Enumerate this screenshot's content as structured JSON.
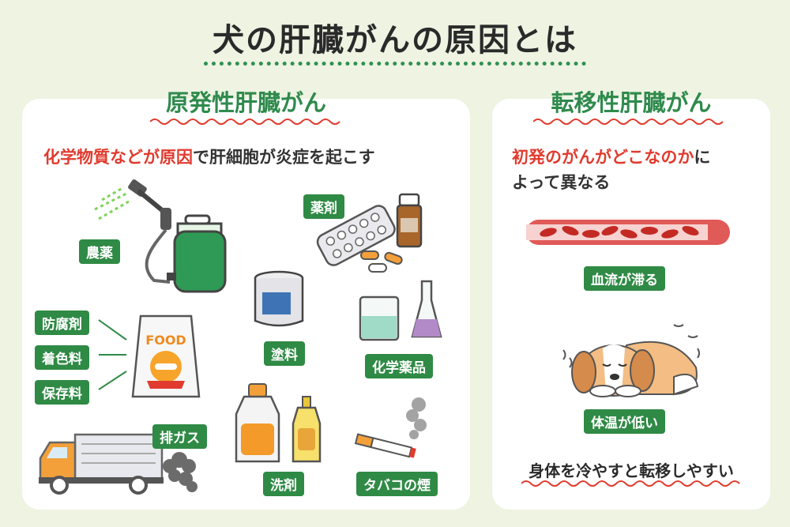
{
  "title": "犬の肝臓がんの原因とは",
  "left": {
    "heading": "原発性肝臓がん",
    "subtitle_red": "化学物質などが原因",
    "subtitle_rest": "で肝細胞が炎症を起こす",
    "labels": {
      "pesticide": "農薬",
      "medicine": "薬剤",
      "preservative": "防腐剤",
      "coloring": "着色料",
      "preserving": "保存料",
      "paint": "塗料",
      "chemicals": "化学薬品",
      "exhaust": "排ガス",
      "detergent": "洗剤",
      "tobacco": "タバコの煙"
    },
    "food_text": "FOOD"
  },
  "right": {
    "heading": "転移性肝臓がん",
    "subtitle_red": "初発のがんがどこなのか",
    "subtitle_rest_1": "に",
    "subtitle_line2": "よって異なる",
    "labels": {
      "blood": "血流が滞る",
      "temp": "体温が低い"
    },
    "bottom": "身体を冷やすと転移しやすい"
  },
  "colors": {
    "accent_green": "#2f8a45",
    "red": "#e03b2e",
    "background": "#eef3e2"
  }
}
